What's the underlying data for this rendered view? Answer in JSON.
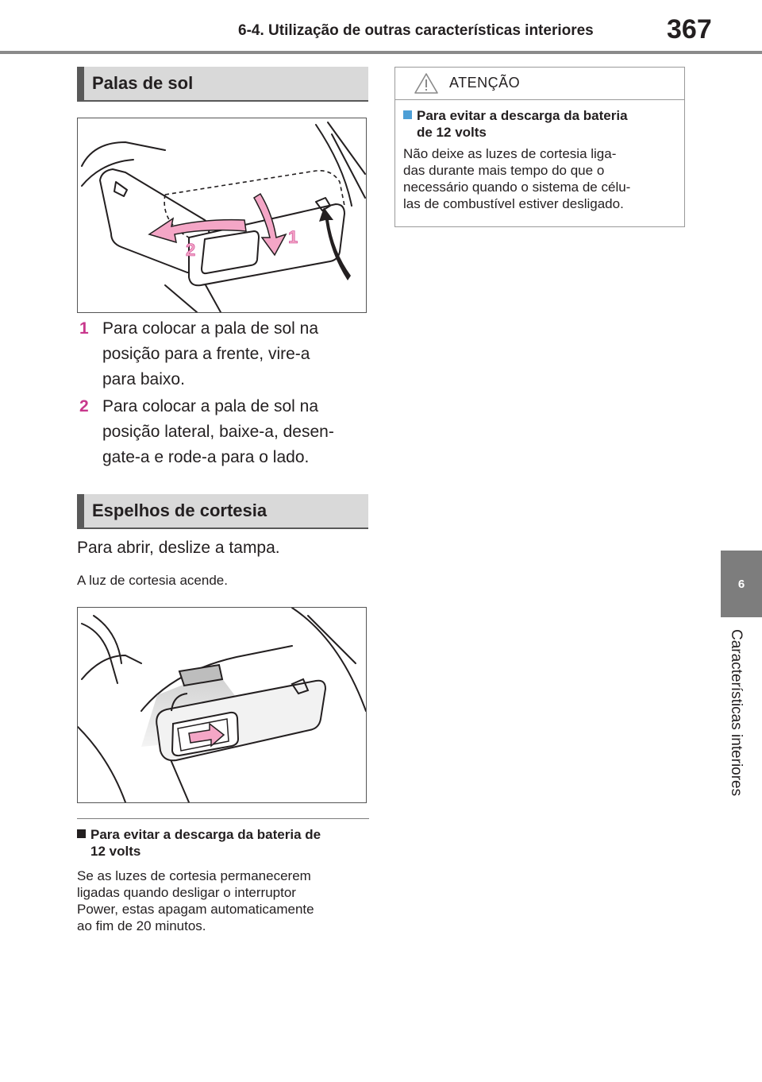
{
  "header": {
    "title": "6-4. Utilização de outras características interiores",
    "page_number": "367"
  },
  "side_tab": {
    "chapter_number": "6",
    "chapter_label": "Características interiores"
  },
  "sun_visors": {
    "heading": "Palas de sol",
    "figure_labels": [
      "1",
      "2"
    ],
    "steps": [
      {
        "num": "1",
        "lines": [
          "Para colocar a pala de sol na",
          "posição para a frente, vire-a",
          "para baixo."
        ]
      },
      {
        "num": "2",
        "lines": [
          "Para colocar a pala de sol na",
          "posição lateral, baixe-a, desen-",
          "gate-a e rode-a para o lado."
        ]
      }
    ]
  },
  "vanity_mirrors": {
    "heading": "Espelhos de cortesia",
    "instruction": "Para abrir, deslize a tampa.",
    "subnote": "A luz de cortesia acende."
  },
  "note": {
    "title_lines": [
      "Para evitar a descarga da bateria de",
      "12 volts"
    ],
    "text_lines": [
      "Se as luzes de cortesia permanecerem",
      "ligadas quando desligar o interruptor",
      "Power, estas apagam automaticamente",
      "ao fim de 20 minutos."
    ]
  },
  "caution": {
    "label": "ATENÇÃO",
    "title_lines": [
      "Para evitar a descarga da bateria",
      "de 12 volts"
    ],
    "text_lines": [
      "Não deixe as luzes de cortesia liga-",
      "das durante mais tempo do que o",
      "necessário quando o sistema de célu-",
      "las de combustível estiver desligado."
    ]
  },
  "colors": {
    "step_number": "#c8378c",
    "heading_bar": "#d9d9d9",
    "heading_accent": "#595959",
    "caution_square": "#4d9fd6",
    "arrow_pink": "#f4a6c6"
  }
}
